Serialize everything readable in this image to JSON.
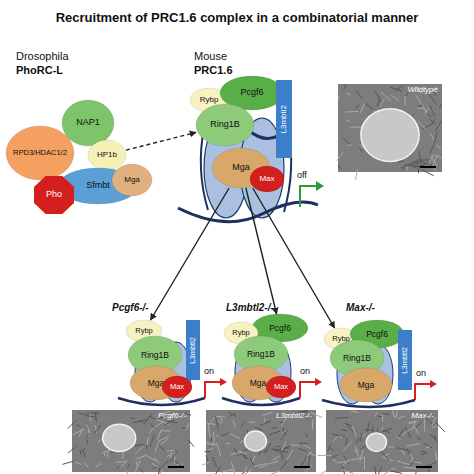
{
  "diagram": {
    "title": "Recruitment of PRC1.6 complex in a combinatorial manner",
    "nodes": [
      {
        "text": [
          "RPD3/HDAC1/2"
        ]
      },
      {
        "text": [
          "NAP1"
        ]
      },
      {
        "text": [
          "HP1b"
        ]
      },
      {
        "text": [
          "Sfmbt"
        ]
      },
      {
        "text": [
          "Mga"
        ]
      },
      {
        "text": [
          "Pho"
        ]
      },
      {
        "text": [
          "Rybp"
        ]
      },
      {
        "text": [
          "Pcgf6"
        ]
      },
      {
        "text": [
          "Ring1B"
        ]
      },
      {
        "text": [
          "L3mbtl2"
        ]
      },
      {
        "text": [
          "Mga"
        ]
      },
      {
        "text": [
          "Max"
        ]
      },
      {
        "text": [
          "Wildtype"
        ]
      },
      {
        "text": [
          "Rybp"
        ]
      },
      {
        "text": [
          "Ring1B"
        ]
      },
      {
        "text": [
          "L3mbtl2"
        ]
      },
      {
        "text": [
          "Mga"
        ]
      },
      {
        "text": [
          "Max"
        ]
      },
      {
        "text": [
          "Pcgf6"
        ]
      },
      {
        "text": [
          "Rybp"
        ]
      },
      {
        "text": [
          "Ring1B"
        ]
      },
      {
        "text": [
          "Mga"
        ]
      },
      {
        "text": [
          "Max"
        ]
      },
      {
        "text": [
          "Rybp"
        ]
      },
      {
        "text": [
          "Pcgf6"
        ]
      },
      {
        "text": [
          "Ring1B"
        ]
      },
      {
        "text": [
          "L3mbtl2"
        ]
      },
      {
        "text": [
          "Mga"
        ]
      },
      {
        "text": [
          "Pcgf6-/-"
        ]
      },
      {
        "text": [
          "L3mbtl2-/-"
        ]
      },
      {
        "text": [
          "Max-/-"
        ]
      }
    ],
    "edges": [
      {
        "from": 2,
        "to": 8,
        "arrow": "to"
      },
      {
        "from": 10,
        "to": 13,
        "arrow": "to"
      },
      {
        "from": 10,
        "to": 18,
        "arrow": "to"
      },
      {
        "from": 10,
        "to": 23,
        "arrow": "to"
      }
    ],
    "labels": [
      "Drosophila",
      "PhoRC-L",
      "Mouse",
      "PRC1.6",
      "off",
      "Pcgf6-/-",
      "L3mbtl2-/-",
      "Max-/-",
      "on",
      "on",
      "on"
    ]
  }
}
